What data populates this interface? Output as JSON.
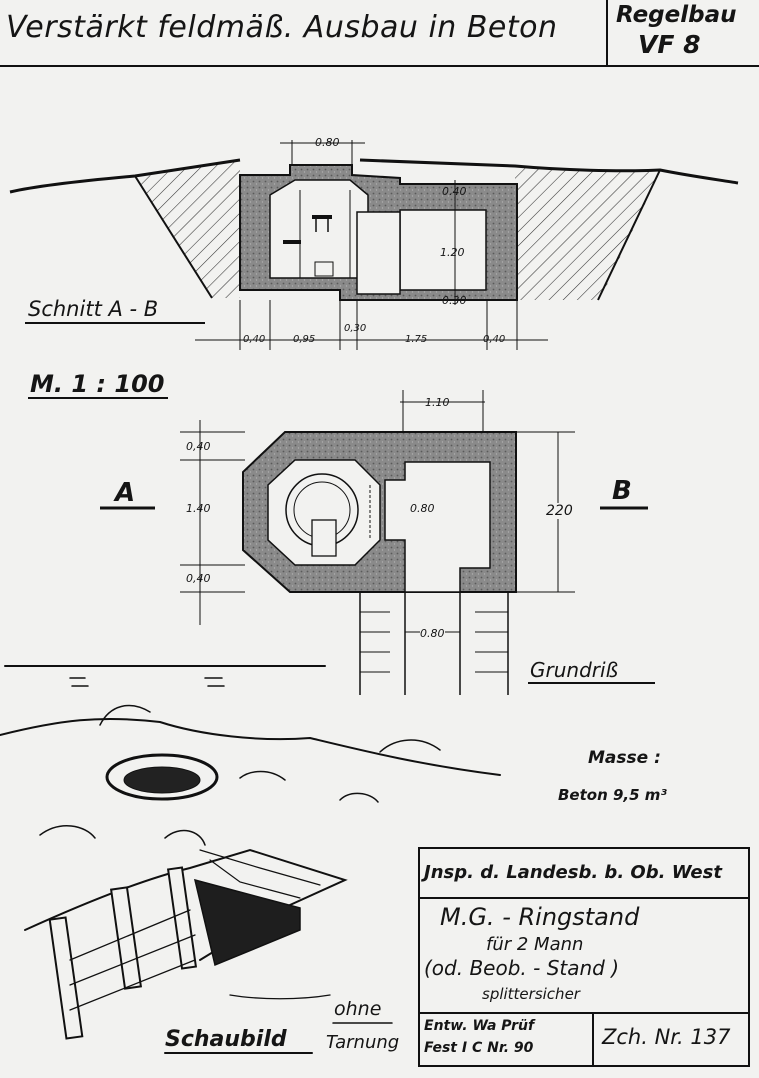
{
  "header": {
    "title": "Verstärkt feldmäß. Ausbau in Beton",
    "type_line1": "Regelbau",
    "type_line2": "VF 8"
  },
  "section_view": {
    "label": "Schnitt A - B",
    "dims": {
      "top_opening": "0.80",
      "slab_top": "0.40",
      "height": "1.20",
      "slab_bottom": "0.30",
      "bottom": [
        "0,40",
        "0,95",
        "0,30",
        "1.75",
        "0,40"
      ]
    }
  },
  "scale": "M. 1 : 100",
  "plan_view": {
    "label": "Grundriß",
    "marker_a": "A",
    "marker_b": "B",
    "dims": {
      "top_width": "1.10",
      "left": [
        "0,40",
        "1.40",
        "0,40"
      ],
      "right": "220",
      "inner_opening": "0.80",
      "trench": "0.80"
    }
  },
  "masse": {
    "heading": "Masse :",
    "value": "Beton  9,5 m³"
  },
  "perspective": {
    "label": "Schaubild",
    "note_line1": "ohne",
    "note_line2": "Tarnung"
  },
  "title_block": {
    "authority": "Jnsp. d. Landesb. b. Ob. West",
    "name_line1": "M.G. - Ringstand",
    "name_line2": "für 2 Mann",
    "name_line3": "(od. Beob. - Stand )",
    "name_line4": "splittersicher",
    "design_line1": "Entw. Wa Prüf",
    "design_line2": "Fest I C  Nr. 90",
    "drawing_no": "Zch. Nr. 137"
  }
}
